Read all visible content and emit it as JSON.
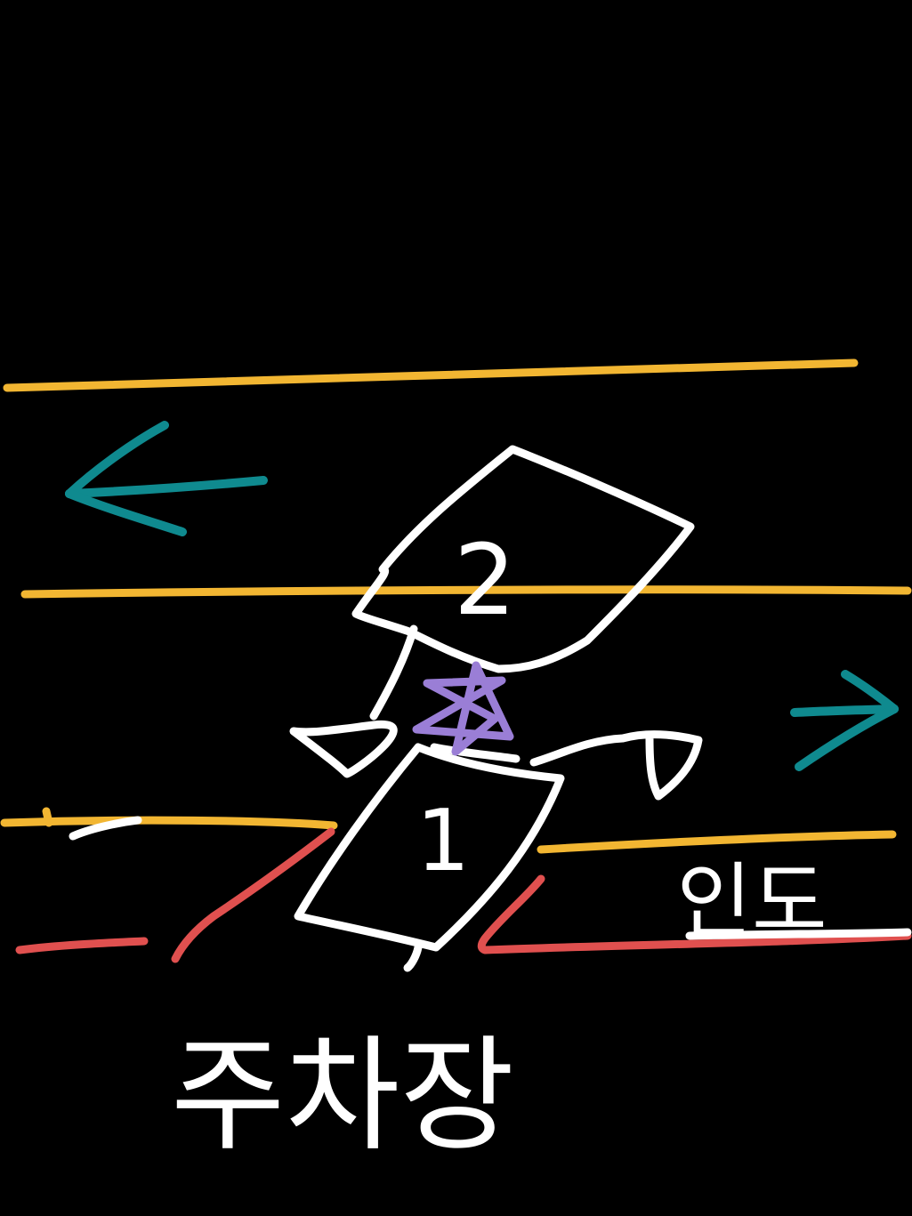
{
  "sketch": {
    "car_1_label": "1",
    "car_2_label": "2",
    "sidewalk_label": "인도",
    "parking_lot_label": "주차장"
  },
  "colors": {
    "background": "#000000",
    "lane_line": "#f2b632",
    "direction_arrow": "#0f8a8f",
    "curb": "#e0504f",
    "car_outline": "#ffffff",
    "impact_star": "#9a7ed6",
    "text": "#ffffff"
  },
  "icons": {
    "left_arrow": "arrow-left-icon",
    "right_arrow": "arrow-right-icon",
    "impact_mark": "star-icon"
  }
}
